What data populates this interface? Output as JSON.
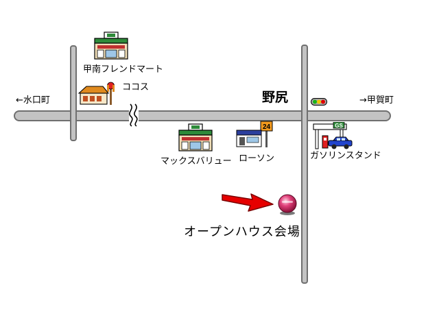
{
  "map": {
    "labels": {
      "west_direction": "←水口町",
      "east_direction": "→甲賀町",
      "intersection": "野尻",
      "konan_friend_mart": "甲南フレンドマート",
      "cocos": "ココス",
      "max_value": "マックスバリュー",
      "lawson": "ローソン",
      "gas_station": "ガソリンスタンド",
      "open_house_venue": "オープンハウス会場"
    },
    "sign_texts": {
      "lawson_24": "24",
      "gs": "GS"
    },
    "icons": [
      "supermarket-icon",
      "restaurant-icon",
      "convenience-store-icon",
      "gas-station-icon",
      "car-icon",
      "traffic-light-icon",
      "arrow-icon",
      "venue-marker-icon",
      "road-break-icon"
    ],
    "colors": {
      "road_fill": "#c3c3c3",
      "road_edge": "#6f6f6f",
      "arrow_red": "#e60000",
      "venue_marker": "#d0306a",
      "store_roof_green": "#2e8b3a",
      "cocos_orange": "#e08a1e",
      "lawson_blue": "#2b3f9e",
      "gs_blue": "#2244cc"
    }
  }
}
